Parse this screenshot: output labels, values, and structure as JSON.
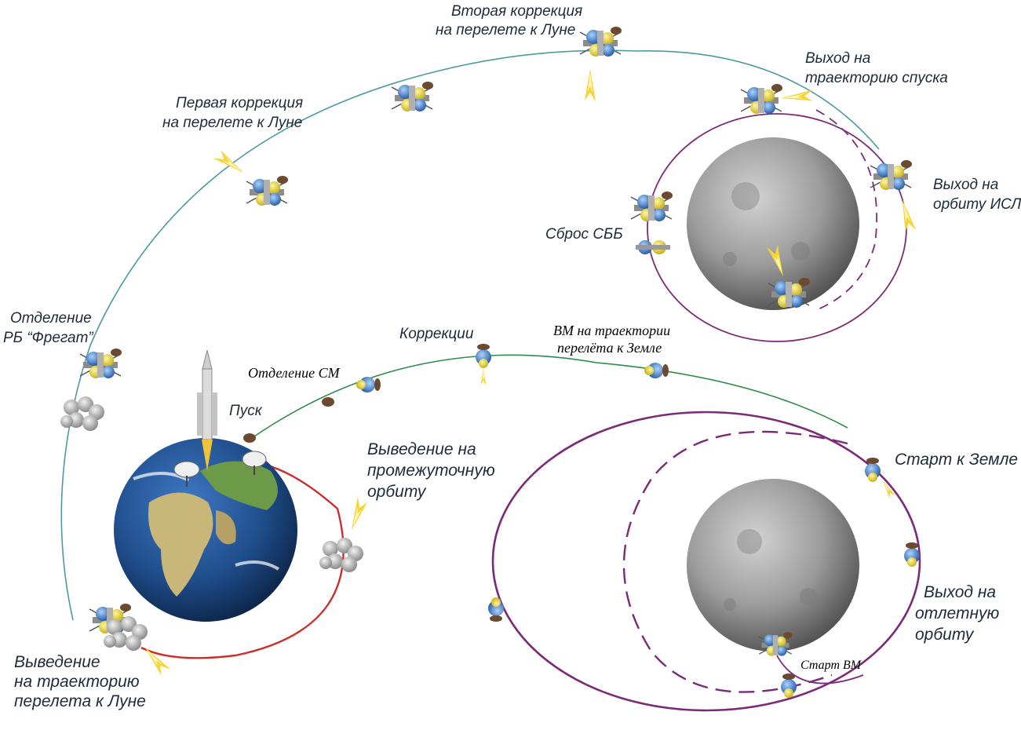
{
  "colors": {
    "path_teal": "#4c9aa0",
    "path_green": "#2f8a4b",
    "path_red": "#c83030",
    "path_purple": "#7b2a78",
    "earth_ocean": "#1f4e8c",
    "moon_gray": "#9a9a9a"
  },
  "labels": {
    "second_correction_1": "Вторая коррекция",
    "second_correction_2": "на перелете к Луне",
    "descent_1": "Выход на",
    "descent_2": "траекторию спуска",
    "first_correction_1": "Первая коррекция",
    "first_correction_2": "на перелете к Луне",
    "isl_1": "Выход на",
    "isl_2": "орбиту ИСЛ",
    "sbb": "Сброс СББ",
    "fregat_1": "Отделение",
    "fregat_2": "РБ “Фрегат”",
    "corrections": "Коррекции",
    "vm_return_1": "ВМ на траектории",
    "vm_return_2": "перелёта к Земле",
    "sm_separation": "Отделение СМ",
    "launch": "Пуск",
    "intermediate_1": "Выведение на",
    "intermediate_2": "промежуточную",
    "intermediate_3": "орбиту",
    "earth_start": "Старт к Земле",
    "departure_1": "Выход на",
    "departure_2": "отлетную",
    "departure_3": "орбиту",
    "vm_start": "Старт ВМ",
    "lunar_insertion_1": "Выведение",
    "lunar_insertion_2": "на траекторию",
    "lunar_insertion_3": "перелета к Луне"
  },
  "icons": [
    "spacecraft-icon",
    "engine-flame-icon",
    "rocket-icon",
    "earth-icon",
    "moon-icon",
    "antenna-dish-icon",
    "capsule-icon"
  ]
}
